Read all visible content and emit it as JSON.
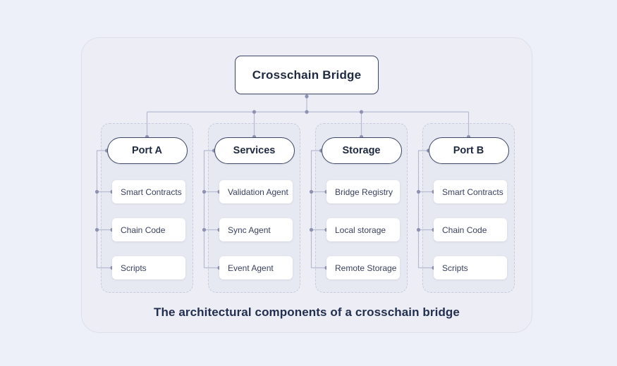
{
  "colors": {
    "page_bg": "#edf0f9",
    "card_bg": "#edeef5",
    "panel_bg": "#e7e9f2",
    "node_bg": "#ffffff",
    "node_border": "#3e4865",
    "connector_line": "#b6bbd2",
    "connector_dot": "#8d92b0",
    "text": "#1f2940"
  },
  "diagram": {
    "root": "Crosschain Bridge",
    "columns": [
      {
        "title": "Port A",
        "items": [
          "Smart Contracts",
          "Chain Code",
          "Scripts"
        ]
      },
      {
        "title": "Services",
        "items": [
          "Validation Agent",
          "Sync Agent",
          "Event Agent"
        ]
      },
      {
        "title": "Storage",
        "items": [
          "Bridge Registry",
          "Local storage",
          "Remote Storage"
        ]
      },
      {
        "title": "Port B",
        "items": [
          "Smart Contracts",
          "Chain Code",
          "Scripts"
        ]
      }
    ],
    "caption": "The architectural components of a crosschain bridge"
  }
}
